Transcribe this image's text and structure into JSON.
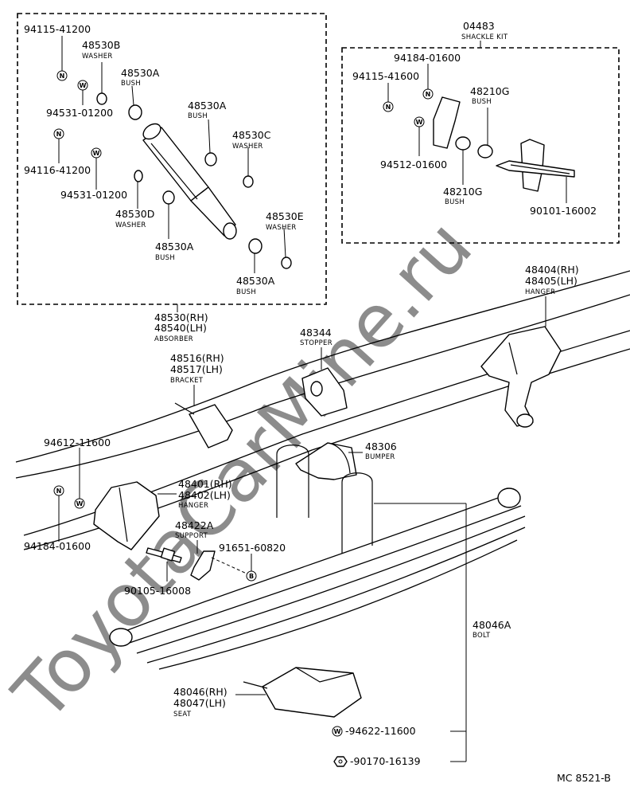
{
  "watermark": "ToyotaCarMine.ru",
  "diagram_code": "MC 8521-B",
  "symbols": {
    "n": "N",
    "w": "W",
    "b": "B"
  },
  "parts": {
    "absorber": {
      "number": "48530(RH)",
      "number2": "48540(LH)",
      "name": "ABSORBER"
    },
    "p94115_41200": {
      "number": "94115-41200"
    },
    "p48530b": {
      "number": "48530B",
      "name": "WASHER"
    },
    "p48530a_1": {
      "number": "48530A",
      "name": "BUSH"
    },
    "p94531_01200_1": {
      "number": "94531-01200"
    },
    "p48530a_2": {
      "number": "48530A",
      "name": "BUSH"
    },
    "p48530c": {
      "number": "48530C",
      "name": "WASHER"
    },
    "p94116_41200": {
      "number": "94116-41200"
    },
    "p94531_01200_2": {
      "number": "94531-01200"
    },
    "p48530d": {
      "number": "48530D",
      "name": "WASHER"
    },
    "p48530a_3": {
      "number": "48530A",
      "name": "BUSH"
    },
    "p48530e": {
      "number": "48530E",
      "name": "WASHER"
    },
    "p48530a_4": {
      "number": "48530A",
      "name": "BUSH"
    },
    "shackle_kit": {
      "number": "04483",
      "name": "SHACKLE KIT"
    },
    "p94184_01600_kit": {
      "number": "94184-01600"
    },
    "p94115_41600": {
      "number": "94115-41600"
    },
    "p48210g_1": {
      "number": "48210G",
      "name": "BUSH"
    },
    "p94512_01600": {
      "number": "94512-01600"
    },
    "p48210g_2": {
      "number": "48210G",
      "name": "BUSH"
    },
    "p90101_16002": {
      "number": "90101-16002"
    },
    "hanger_rear": {
      "number": "48404(RH)",
      "number2": "48405(LH)",
      "name": "HANGER"
    },
    "stopper": {
      "number": "48344",
      "name": "STOPPER"
    },
    "bracket": {
      "number": "48516(RH)",
      "number2": "48517(LH)",
      "name": "BRACKET"
    },
    "p94612_11600": {
      "number": "94612-11600"
    },
    "bumper": {
      "number": "48306",
      "name": "BUMPER"
    },
    "hanger_front": {
      "number": "48401(RH)",
      "number2": "48402(LH)",
      "name": "HANGER"
    },
    "support": {
      "number": "48422A",
      "name": "SUPPORT"
    },
    "p91651_60820": {
      "number": "91651-60820"
    },
    "p94184_01600": {
      "number": "94184-01600"
    },
    "p90105_16008": {
      "number": "90105-16008"
    },
    "bolt": {
      "number": "48046A",
      "name": "BOLT"
    },
    "seat": {
      "number": "48046(RH)",
      "number2": "48047(LH)",
      "name": "SEAT"
    },
    "p94622_11600": {
      "number": "-94622-11600"
    },
    "p90170_16139": {
      "number": "-90170-16139"
    }
  }
}
